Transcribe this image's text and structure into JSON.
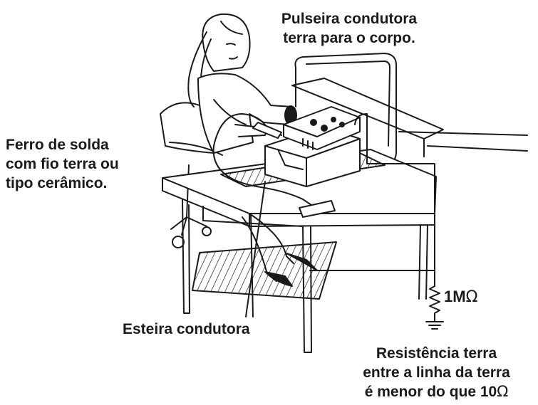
{
  "labels": {
    "wrist_strap": [
      "Pulseira condutora",
      "terra para o corpo."
    ],
    "soldering_iron": [
      "Ferro de solda",
      "com fio terra ou",
      "tipo cerâmico."
    ],
    "mat": "Esteira condutora",
    "resistor_value": "1M",
    "resistor_unit": "Ω",
    "ground_resistance": [
      "Resistência terra",
      "entre a linha da terra",
      "é menor do que "
    ],
    "ground_resistance_value": "10",
    "ground_resistance_unit": "Ω"
  },
  "colors": {
    "line": "#1a1a1a",
    "background": "#ffffff"
  },
  "icons": [
    "ground-symbol",
    "resistor-symbol",
    "workbench-illustration"
  ]
}
